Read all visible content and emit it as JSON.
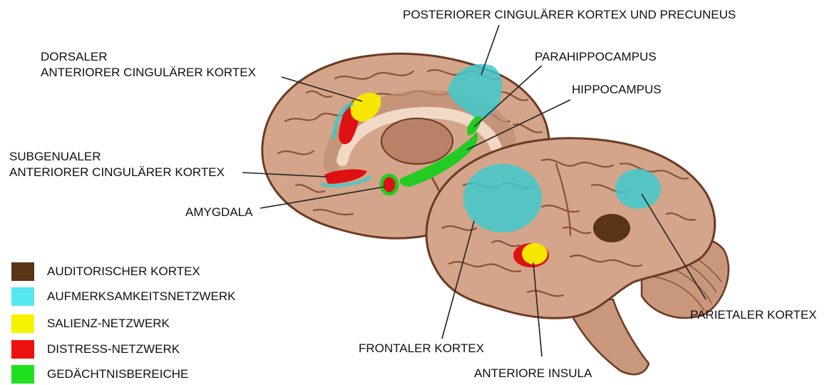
{
  "labels": {
    "pcc": "POSTERIORER CINGULÄRER KORTEX UND PRECUNEUS",
    "dacc_line1": "DORSALER",
    "dacc_line2": "ANTERIORER CINGULÄRER KORTEX",
    "parahippocampus": "PARAHIPPOCAMPUS",
    "hippocampus": "HIPPOCAMPUS",
    "sgacc_line1": "SUBGENUALER",
    "sgacc_line2": "ANTERIORER CINGULÄRER KORTEX",
    "amygdala": "AMYGDALA",
    "parietal": "PARIETALER KORTEX",
    "frontal": "FRONTALER KORTEX",
    "insula": "ANTERIORE INSULA"
  },
  "legend": [
    {
      "label": "AUDITORISCHER KORTEX",
      "color": "#5a3416"
    },
    {
      "label": "AUFMERKSAMKEITSNETZWERK",
      "color": "#55e8f0"
    },
    {
      "label": "SALIENZ-NETZWERK",
      "color": "#f7f200"
    },
    {
      "label": "DISTRESS-NETZWERK",
      "color": "#ee1111"
    },
    {
      "label": "GEDÄCHTNISBEREICHE",
      "color": "#1fe01f"
    }
  ],
  "colors": {
    "brain_fill": "#d4a58a",
    "brain_outline": "#6b3a22",
    "gyrus_line": "#8a5236",
    "attention": "#3ec9cc",
    "salience": "#f7e600",
    "distress": "#dd1111",
    "memory": "#22cc22",
    "auditory": "#5a3416"
  }
}
